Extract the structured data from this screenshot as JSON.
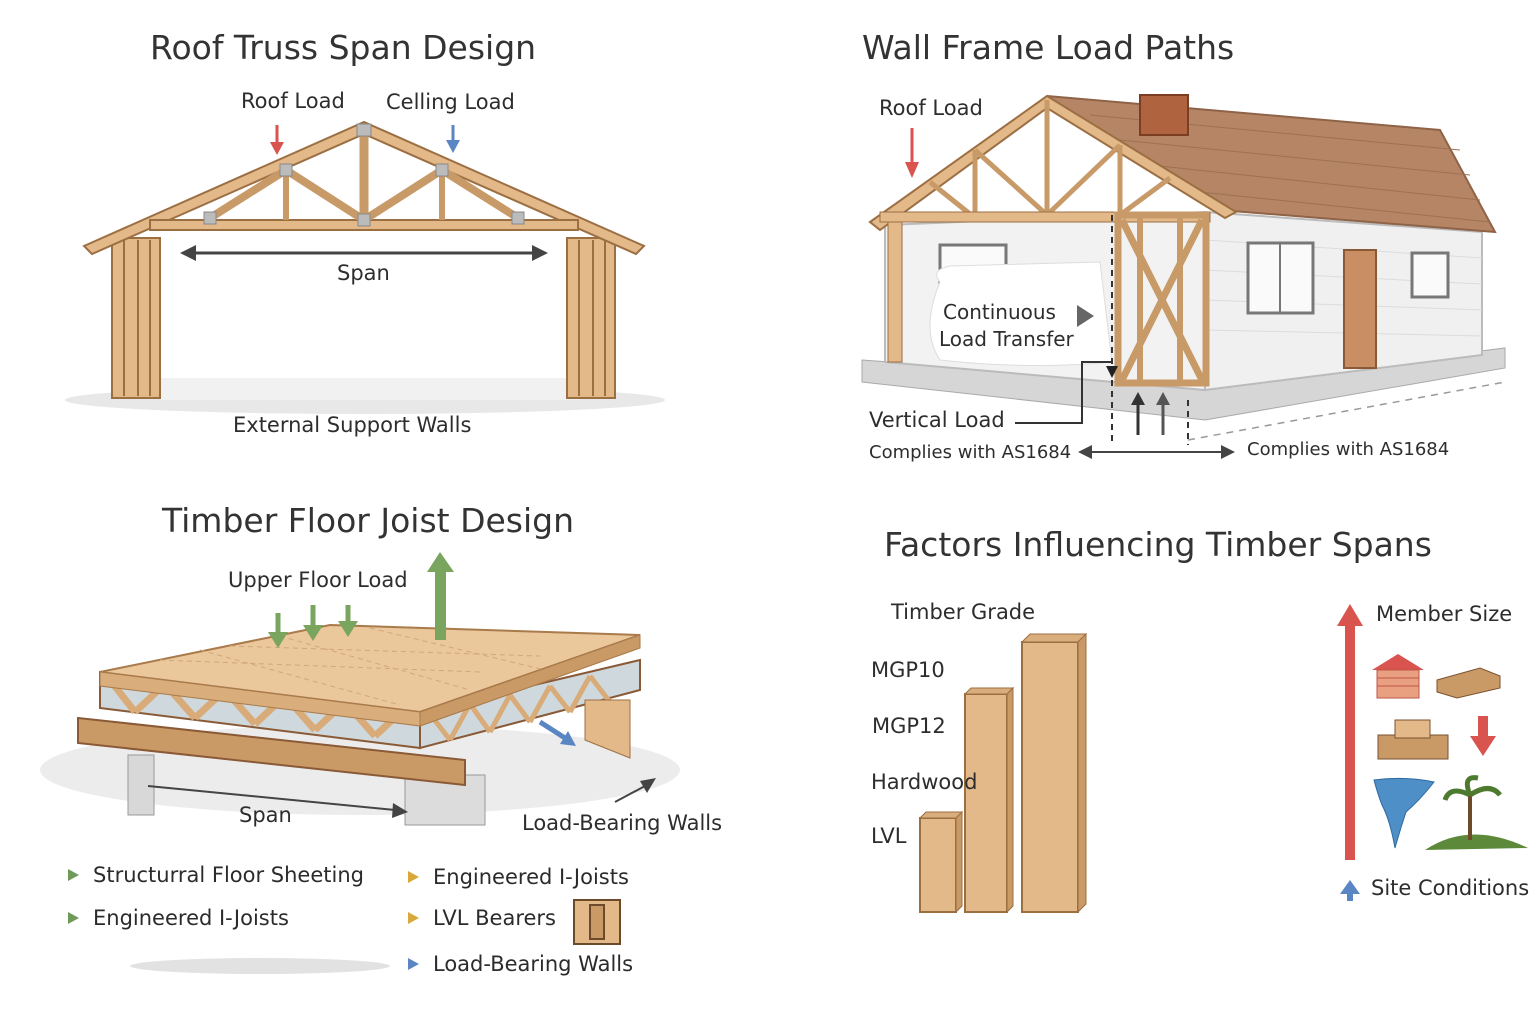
{
  "roof_truss": {
    "title": "Roof Truss Span Design",
    "roof_load": "Roof Load",
    "ceiling_load": "Celling Load",
    "span": "Span",
    "support_walls": "External Support Walls"
  },
  "wall_frame": {
    "title": "Wall Frame Load Paths",
    "roof_load": "Roof Load",
    "continuous_line1": "Continuous",
    "continuous_line2": "Load Transfer",
    "vertical_load": "Vertical Load",
    "complies_left": "Complies with AS1684",
    "complies_right": "Complies with AS1684"
  },
  "floor_joist": {
    "title": "Timber Floor Joist Design",
    "upper_floor_load": "Upper Floor Load",
    "span": "Span",
    "load_bearing_walls": "Load-Bearing Walls",
    "legend": [
      {
        "label": "Structurral Floor Sheeting",
        "color": "#6f9a5a"
      },
      {
        "label": "Engineered I-Joists",
        "color": "#6f9a5a"
      },
      {
        "label": "Engineered I-Joists",
        "color": "#d8a93a"
      },
      {
        "label": "LVL Bearers",
        "color": "#d8a93a"
      },
      {
        "label": "Load-Bearing Walls",
        "color": "#5b86c4"
      }
    ]
  },
  "factors": {
    "title": "Factors Influencing Timber Spans",
    "timber_grade": "Timber Grade",
    "grades": [
      "MGP10",
      "MGP12",
      "Hardwood",
      "LVL"
    ],
    "member_size": "Member Size",
    "site_conditions": "Site Conditions"
  },
  "colors": {
    "timber": "#e3b98a",
    "timber_dark": "#b58452",
    "red_arrow": "#d9534f",
    "blue_arrow": "#5b86c4",
    "green_arrow": "#7aa55e",
    "roof_shingle": "#b58566"
  }
}
